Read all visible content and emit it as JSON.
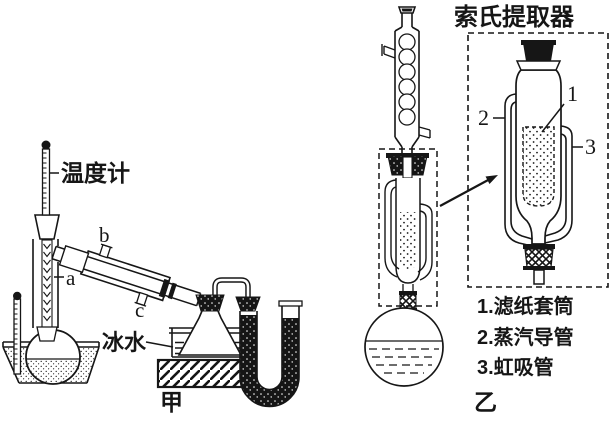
{
  "colors": {
    "ink": "#161616",
    "paper": "#ffffff"
  },
  "left_apparatus": {
    "caption": "甲",
    "thermometer_label": "温度计",
    "ice_water_label": "冰水",
    "ports": {
      "a": "a",
      "b": "b",
      "c": "c"
    }
  },
  "right_apparatus": {
    "caption": "乙"
  },
  "inset": {
    "title": "索氏提取器",
    "callouts": {
      "c1": "1",
      "c2": "2",
      "c3": "3"
    },
    "legend": [
      "1.滤纸套筒",
      "2.蒸汽导管",
      "3.虹吸管"
    ]
  }
}
